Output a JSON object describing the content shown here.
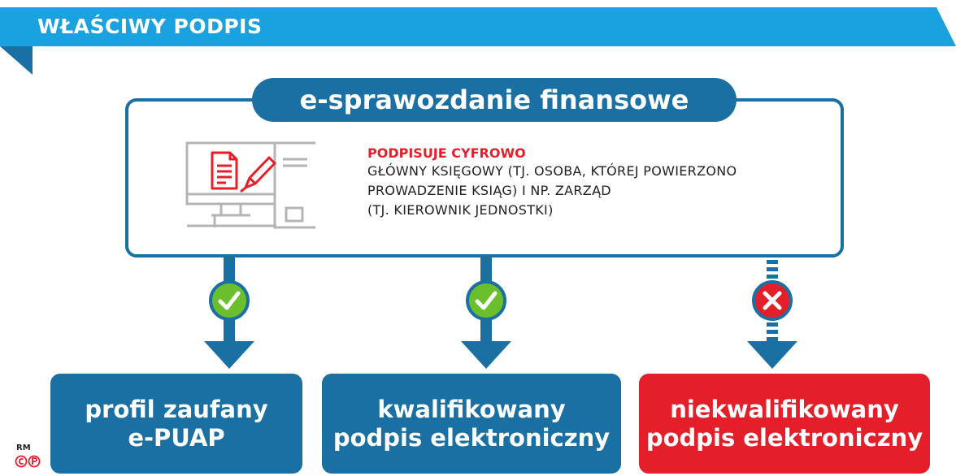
{
  "banner": {
    "title": "WŁAŚCIWY PODPIS",
    "color": "#1aa1e0",
    "shadow_color": "#1a6fa3"
  },
  "main": {
    "title": "e-sprawozdanie finansowe",
    "icon": "computer-document-pen-icon",
    "heading": "PODPISUJE CYFROWO",
    "lines": [
      "GŁÓWNY KSIĘGOWY (TJ. OSOBA, KTÓREJ POWIERZONO",
      "PROWADZENIE KSIĄG) I NP. ZARZĄD",
      "(TJ. KIEROWNIK JEDNOSTKI)"
    ]
  },
  "options": [
    {
      "line1": "profil zaufany",
      "line2": "e-PUAP",
      "status": "check",
      "connector": "solid",
      "color": "#1a6fa3"
    },
    {
      "line1": "kwalifikowany",
      "line2": "podpis elektroniczny",
      "status": "check",
      "connector": "solid",
      "color": "#1a6fa3"
    },
    {
      "line1": "niekwalifikowany",
      "line2": "podpis elektroniczny",
      "status": "cross",
      "connector": "dashed",
      "color": "#e41f2a"
    }
  ],
  "colors": {
    "primary_blue": "#1a6fa3",
    "check_green": "#6cbf2c",
    "cross_red": "#e41f2a",
    "icon_gray": "#b4b4b4"
  },
  "credit": {
    "initials": "RM",
    "copyright": "©Ⓟ"
  }
}
